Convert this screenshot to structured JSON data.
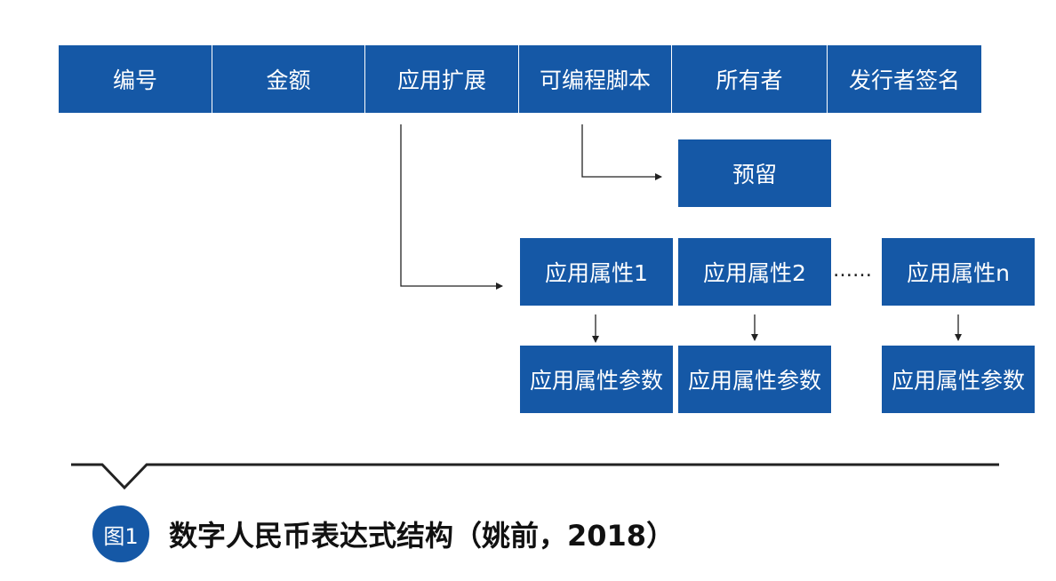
{
  "header_fields": [
    "编号",
    "金额",
    "应用扩展",
    "可编程脚本",
    "所有者",
    "发行者签名"
  ],
  "reserved": "预留",
  "attributes": [
    "应用属性1",
    "应用属性2",
    "应用属性n"
  ],
  "ellipsis": "……",
  "params": [
    "应用属性参数",
    "应用属性参数",
    "应用属性参数"
  ],
  "caption": {
    "badge": "图1",
    "text": "数字人民币表达式结构（姚前，2018）"
  },
  "colors": {
    "accent": "#1558A6"
  }
}
